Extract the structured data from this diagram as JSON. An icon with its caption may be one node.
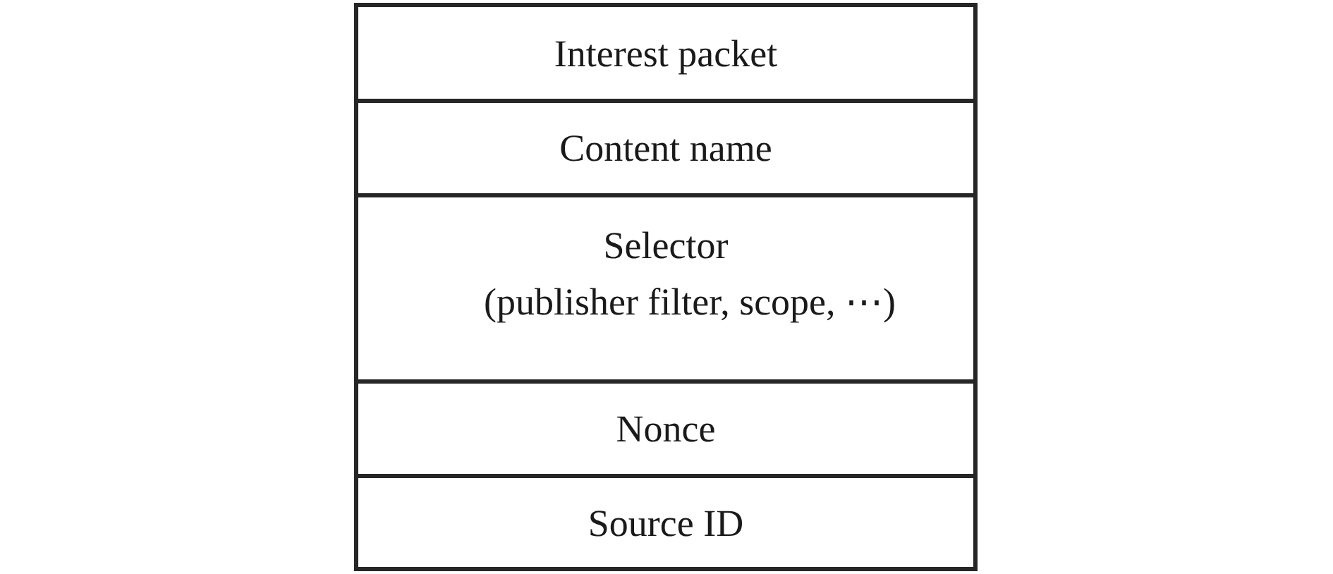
{
  "diagram": {
    "nodes": [
      {
        "text": [
          "Interest packet"
        ]
      },
      {
        "text": [
          "Content name"
        ]
      },
      {
        "text": [
          "Selector",
          "(publisher filter, scope, ⋯)"
        ]
      },
      {
        "text": [
          "Nonce"
        ]
      },
      {
        "text": [
          "Source ID"
        ]
      }
    ]
  }
}
